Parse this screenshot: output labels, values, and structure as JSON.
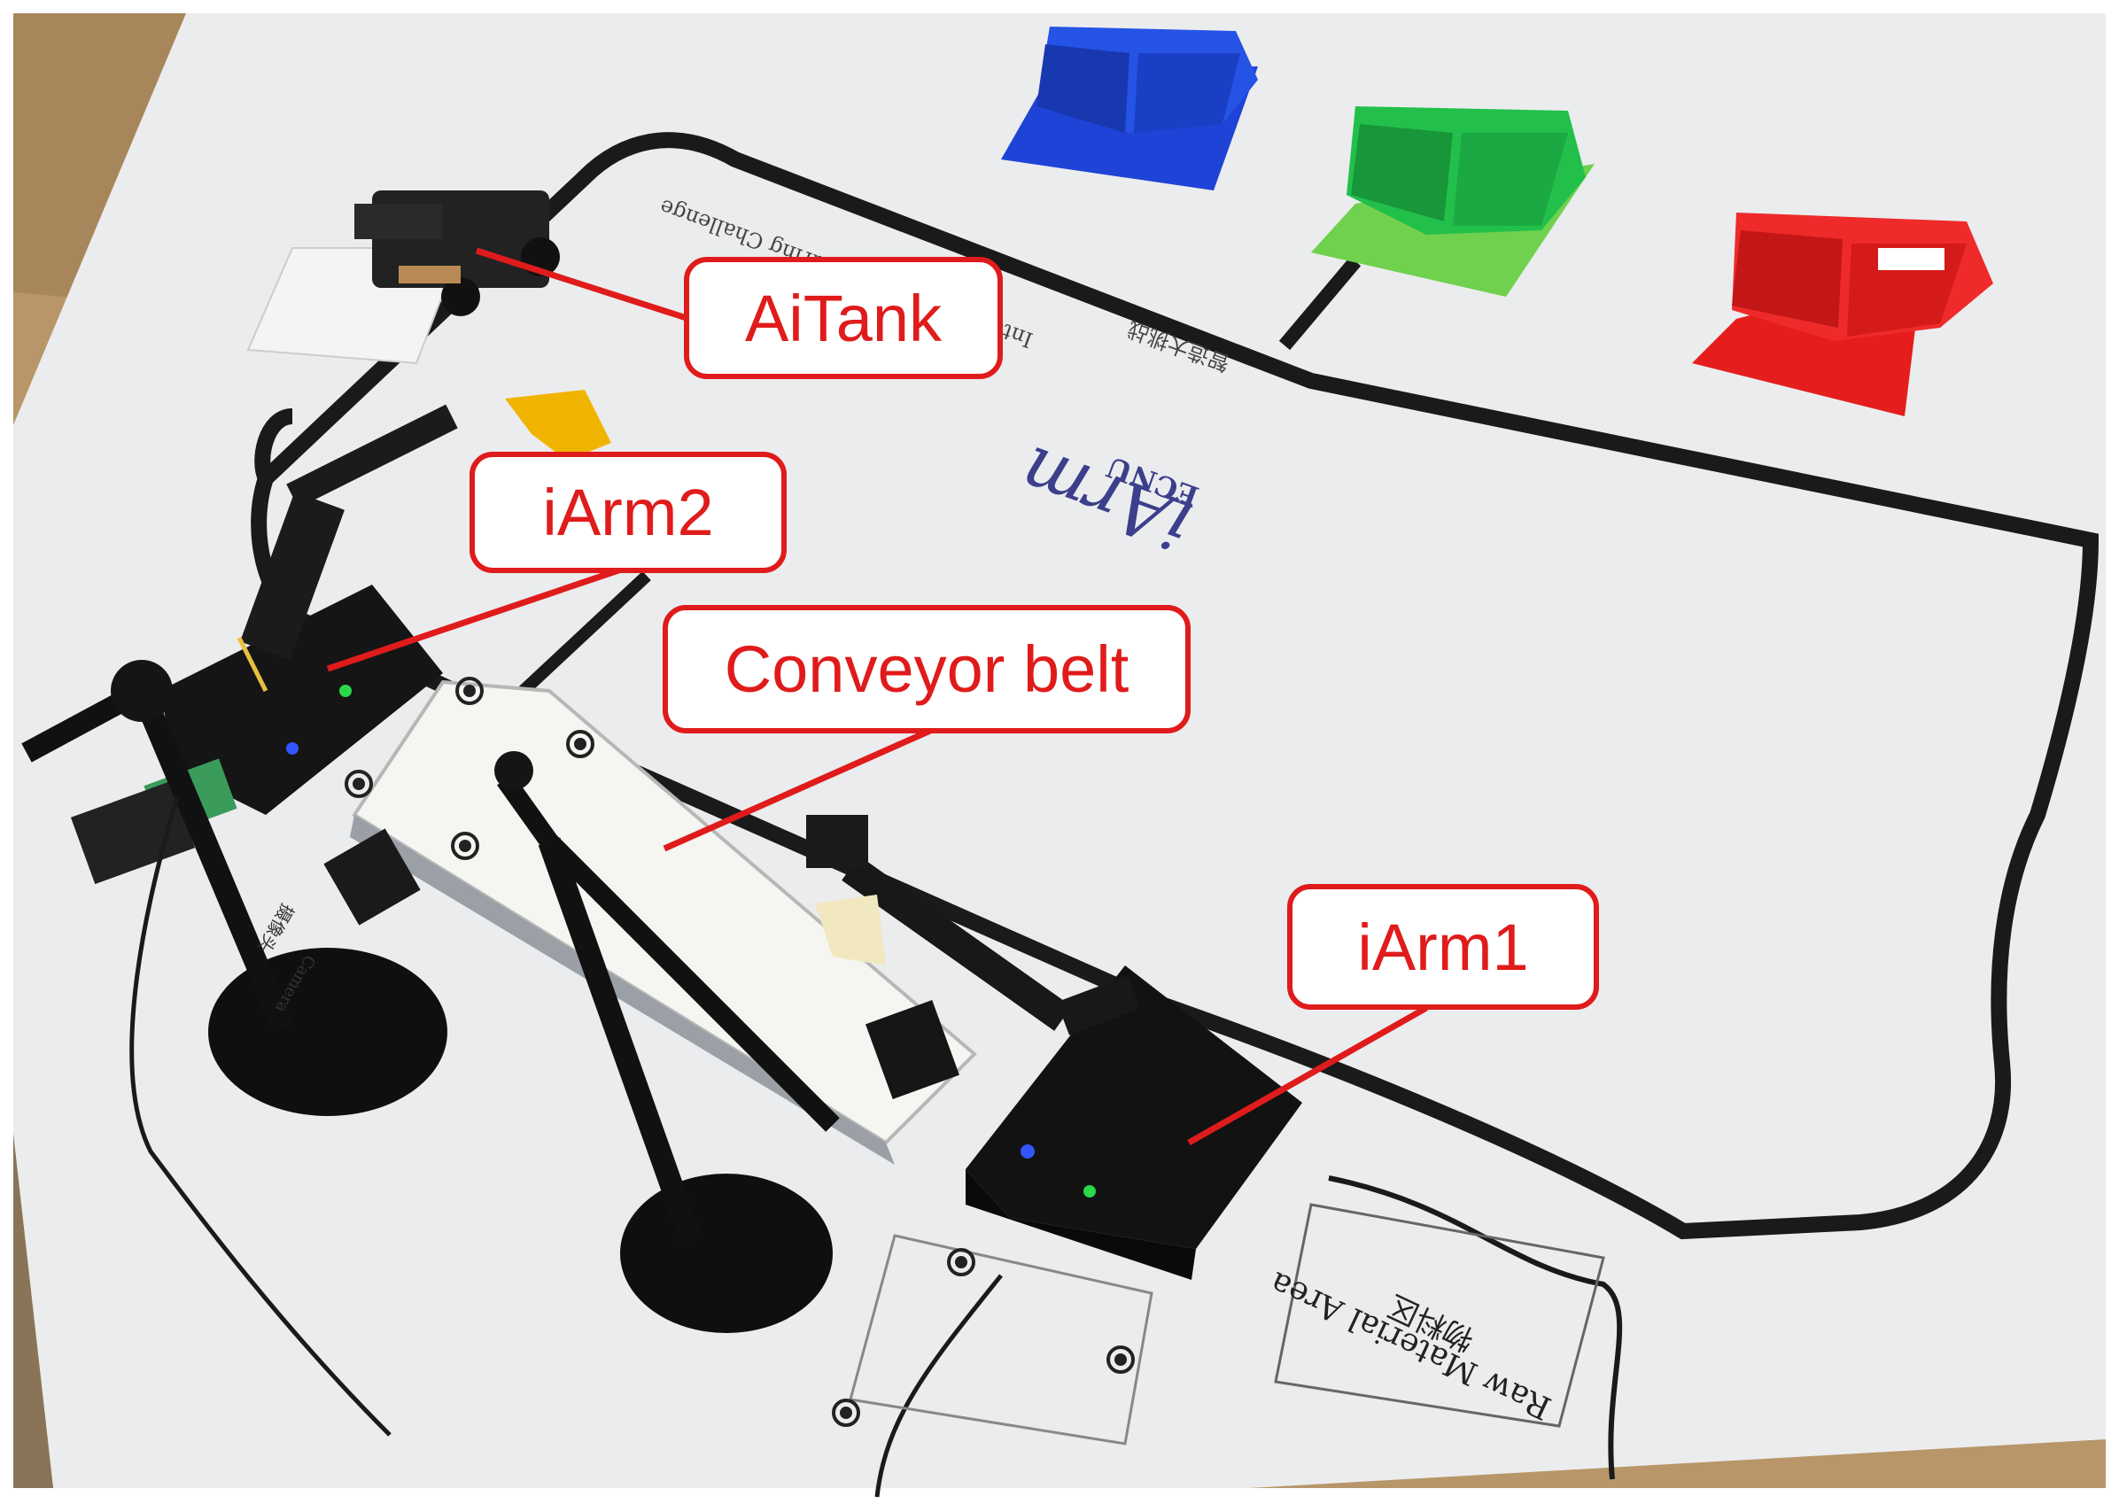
{
  "image": {
    "scene": "robot-arm-manufacturing-challenge-mat",
    "colors": {
      "callout_red": "#e01b1b",
      "bin_blue": "#1f43d6",
      "bin_green": "#1bb33c",
      "bin_red": "#e51d1d",
      "mat": "#ebeced",
      "track": "#1a1a1a",
      "floor": "#b89669"
    }
  },
  "labels": {
    "aitank": "AiTank",
    "iarm2": "iArm2",
    "conveyor": "Conveyor belt",
    "iarm1": "iArm1"
  },
  "mat_text": {
    "challenge_en": "Intelligent Manufacturing Challenge",
    "challenge_cn": "智造大挑战",
    "logo": "iArm",
    "logo_sub": "ECNU",
    "raw_material_en": "Raw Material Area",
    "raw_material_cn": "物料区",
    "camera": "Camera",
    "camera_cn": "摄像头"
  }
}
